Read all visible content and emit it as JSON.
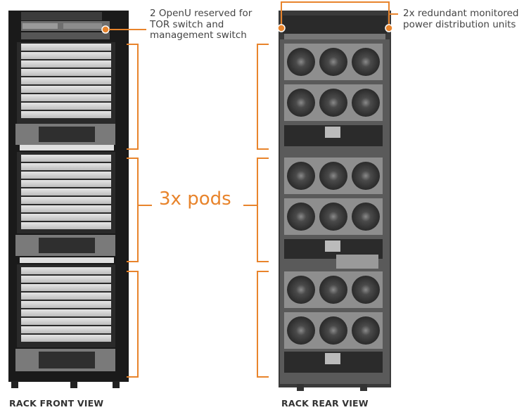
{
  "annotations": {
    "openu_reserved": [
      "2 OpenU reserved for",
      "TOR switch and",
      "management switch"
    ],
    "pdu": [
      "2x redundant monitored",
      "power distribution units"
    ],
    "pods": "3x pods"
  },
  "labels": {
    "front": "RACK FRONT VIEW",
    "rear": "RACK REAR VIEW"
  },
  "colors": {
    "accent": "#e8842c",
    "rack_frame": "#1a1a1a",
    "rear_panel": "#5a5a5a"
  }
}
